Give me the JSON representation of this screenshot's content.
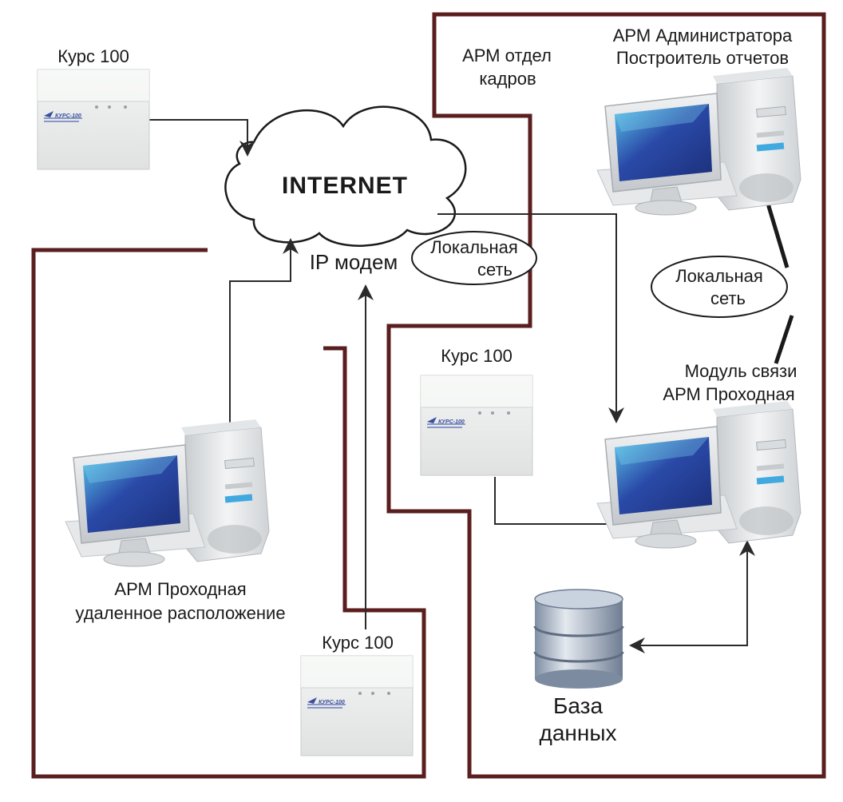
{
  "colors": {
    "zone_border": "#5a1e1e",
    "arrow": "#2a2a2a",
    "device_face": "#eef0ef",
    "monitor_screen": "#2a4aa8",
    "db_body": "#a8b4c4"
  },
  "labels": {
    "kurs_top": "Курс 100",
    "kurs_mid": "Курс 100",
    "kurs_bottom": "Курс 100",
    "internet": "INTERNET",
    "ip_modem": "IP модем",
    "lan_left_line1": "Локальная",
    "lan_left_line2": "сеть",
    "lan_right_line1": "Локальная",
    "lan_right_line2": "сеть",
    "hr_line1": "АРМ отдел",
    "hr_line2": "кадров",
    "admin_line1": "АРМ Администратора",
    "admin_line2": "Построитель отчетов",
    "comm_line1": "Модуль связи",
    "comm_line2": "АРМ Проходная",
    "remote_line1": "АРМ Проходная",
    "remote_line2": "удаленное расположение",
    "db_line1": "База",
    "db_line2": "данных",
    "device_brand": "КУРС-100"
  },
  "icons": {
    "device": "access-controller-icon",
    "computer": "desktop-computer-icon",
    "cloud": "cloud-icon",
    "database": "database-icon"
  }
}
